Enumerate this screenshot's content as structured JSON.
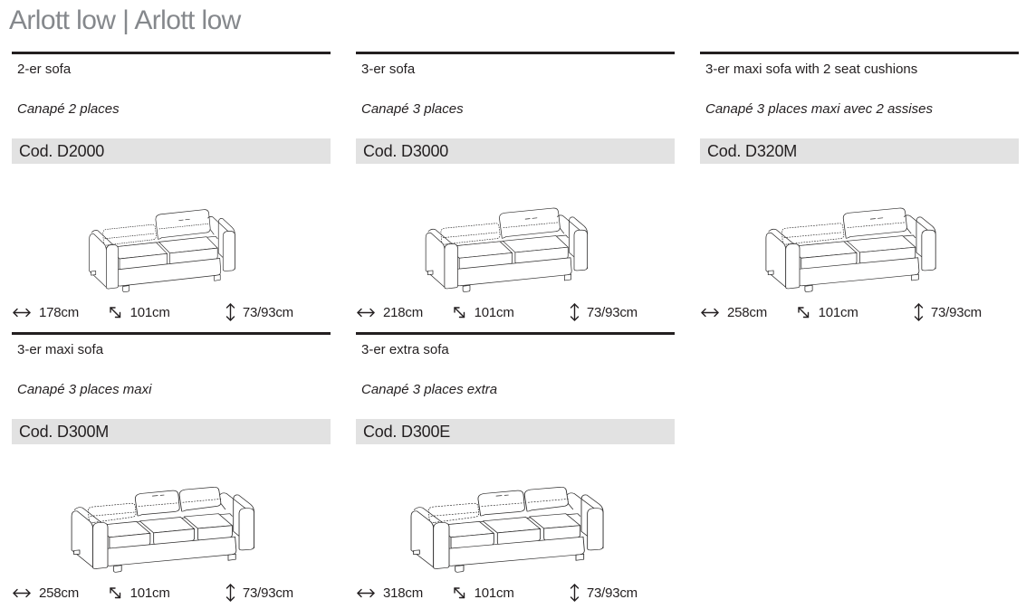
{
  "page": {
    "title": "Arlott low | Arlott low"
  },
  "colors": {
    "text": "#231f20",
    "title_gray": "#85888c",
    "code_bar_bg": "#e2e2e2",
    "rule": "#231f20"
  },
  "icons": {
    "width": "horizontal-double-arrow-icon",
    "depth": "diagonal-double-arrow-icon",
    "height": "vertical-double-arrow-icon"
  },
  "products": [
    {
      "name": "2-er sofa",
      "subtitle": "Canapé 2 places",
      "code": "Cod. D2000",
      "seat_cushions": 2,
      "width": "178cm",
      "depth": "101cm",
      "height": "73/93cm"
    },
    {
      "name": "3-er sofa",
      "subtitle": "Canapé 3 places",
      "code": "Cod. D3000",
      "seat_cushions": 2,
      "width": "218cm",
      "depth": "101cm",
      "height": "73/93cm"
    },
    {
      "name": "3-er maxi sofa with 2 seat cushions",
      "subtitle": "Canapé 3 places maxi avec 2 assises",
      "code": "Cod. D320M",
      "seat_cushions": 2,
      "width": "258cm",
      "depth": "101cm",
      "height": "73/93cm"
    },
    {
      "name": "3-er maxi sofa",
      "subtitle": "Canapé 3 places maxi",
      "code": "Cod. D300M",
      "seat_cushions": 3,
      "width": "258cm",
      "depth": "101cm",
      "height": "73/93cm"
    },
    {
      "name": "3-er extra sofa",
      "subtitle": "Canapé 3 places extra",
      "code": "Cod. D300E",
      "seat_cushions": 3,
      "width": "318cm",
      "depth": "101cm",
      "height": "73/93cm"
    }
  ]
}
